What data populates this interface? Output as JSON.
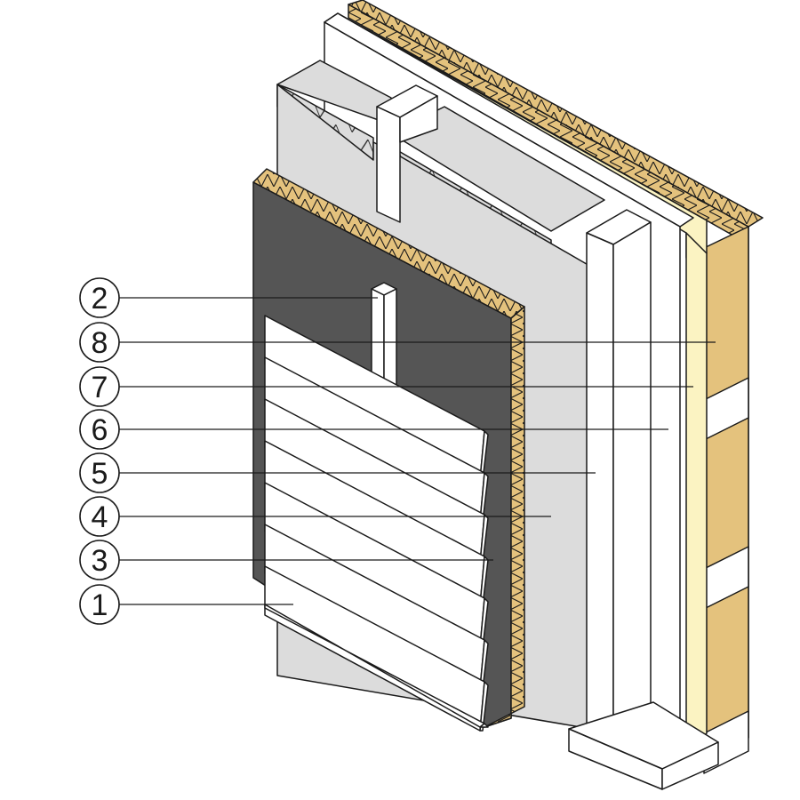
{
  "diagram": {
    "callouts": [
      {
        "num": "2"
      },
      {
        "num": "8"
      },
      {
        "num": "7"
      },
      {
        "num": "6"
      },
      {
        "num": "5"
      },
      {
        "num": "4"
      },
      {
        "num": "3"
      },
      {
        "num": "1"
      }
    ],
    "colors": {
      "osb": "#e4c27d",
      "membrane": "#555555",
      "board": "#dcdcdc",
      "timber": "#ffffff",
      "vapor_layer": "#fbf3c2",
      "line": "#1a1a1a"
    },
    "icons": [
      "zigzag-hatch-pattern"
    ]
  }
}
